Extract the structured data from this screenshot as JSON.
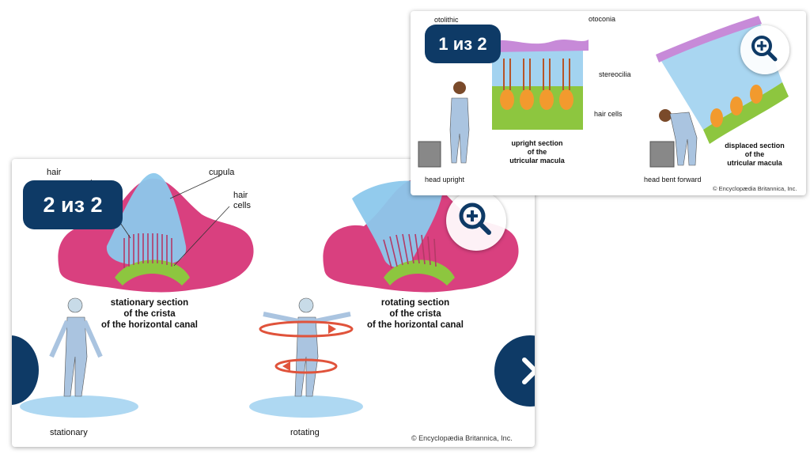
{
  "card_2": {
    "badge": "2 из 2",
    "labels": {
      "hair": "hair",
      "cupula": "cupula",
      "hair_cells_1": "hair",
      "hair_cells_2": "cells",
      "stationary_section_1": "stationary section",
      "stationary_section_2": "of the crista",
      "stationary_section_3": "of the horizontal canal",
      "rotating_section_1": "rotating section",
      "rotating_section_2": "of the crista",
      "rotating_section_3": "of the horizontal canal",
      "stationary": "stationary",
      "rotating": "rotating",
      "copyright": "© Encyclopædia Britannica, Inc."
    }
  },
  "card_1": {
    "badge": "1 из 2",
    "labels": {
      "otolithic": "otolithic",
      "otoconia": "otoconia",
      "stereocilia": "stereocilia",
      "hair_cells": "hair cells",
      "upright_1": "upright section",
      "upright_2": "of the",
      "upright_3": "utricular macula",
      "displaced_1": "displaced section",
      "displaced_2": "of the",
      "displaced_3": "utricular macula",
      "head_upright": "head upright",
      "head_bent": "head bent forward",
      "copyright": "© Encyclopædia Britannica, Inc."
    }
  },
  "icons": {
    "zoom": "magnifier-plus-icon",
    "next": "chevron-right-icon",
    "prev": "chevron-left-icon"
  },
  "colors": {
    "navy": "#0e3a66",
    "pink": "#d9407f",
    "blue": "#8cc8ec",
    "green": "#8dc63f",
    "orange": "#f29a2e",
    "arrow": "#e0533b"
  }
}
